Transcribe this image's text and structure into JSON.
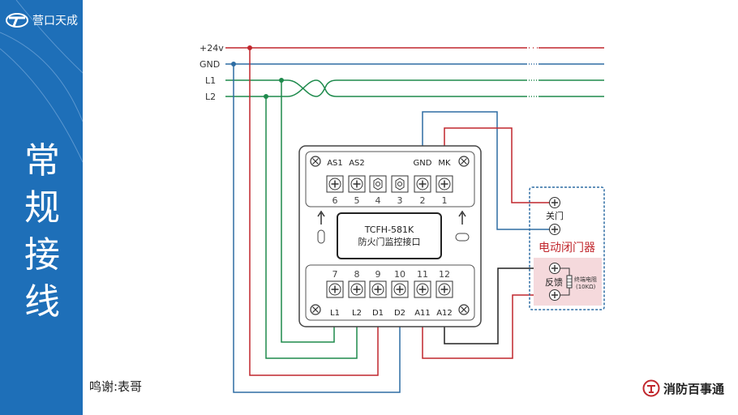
{
  "sidebar": {
    "logo_text": "营口天成",
    "title_chars": [
      "常",
      "规",
      "接",
      "线"
    ]
  },
  "bus": {
    "labels": [
      "+24v",
      "GND",
      "L1",
      "L2"
    ],
    "colors": {
      "p24": "#c1272d",
      "gnd": "#2e6da4",
      "line": "#1e8a4c",
      "black": "#222222"
    }
  },
  "module": {
    "top_labels": [
      "AS1",
      "AS2",
      "GND",
      "MK"
    ],
    "top_numbers": [
      "6",
      "5",
      "4",
      "3",
      "2",
      "1"
    ],
    "bottom_numbers": [
      "7",
      "8",
      "9",
      "10",
      "11",
      "12"
    ],
    "bottom_labels": [
      "L1",
      "L2",
      "D1",
      "D2",
      "A11",
      "A12"
    ],
    "model": "TCFH-581K",
    "name": "防火门监控接口"
  },
  "closer": {
    "title": "电动闭门器",
    "close_label": "关门",
    "feedback_label": "反馈",
    "resistor_label": "终端电阻",
    "resistor_value": "(10KΩ)"
  },
  "credit": "鸣谢:表哥",
  "brand": "消防百事通"
}
